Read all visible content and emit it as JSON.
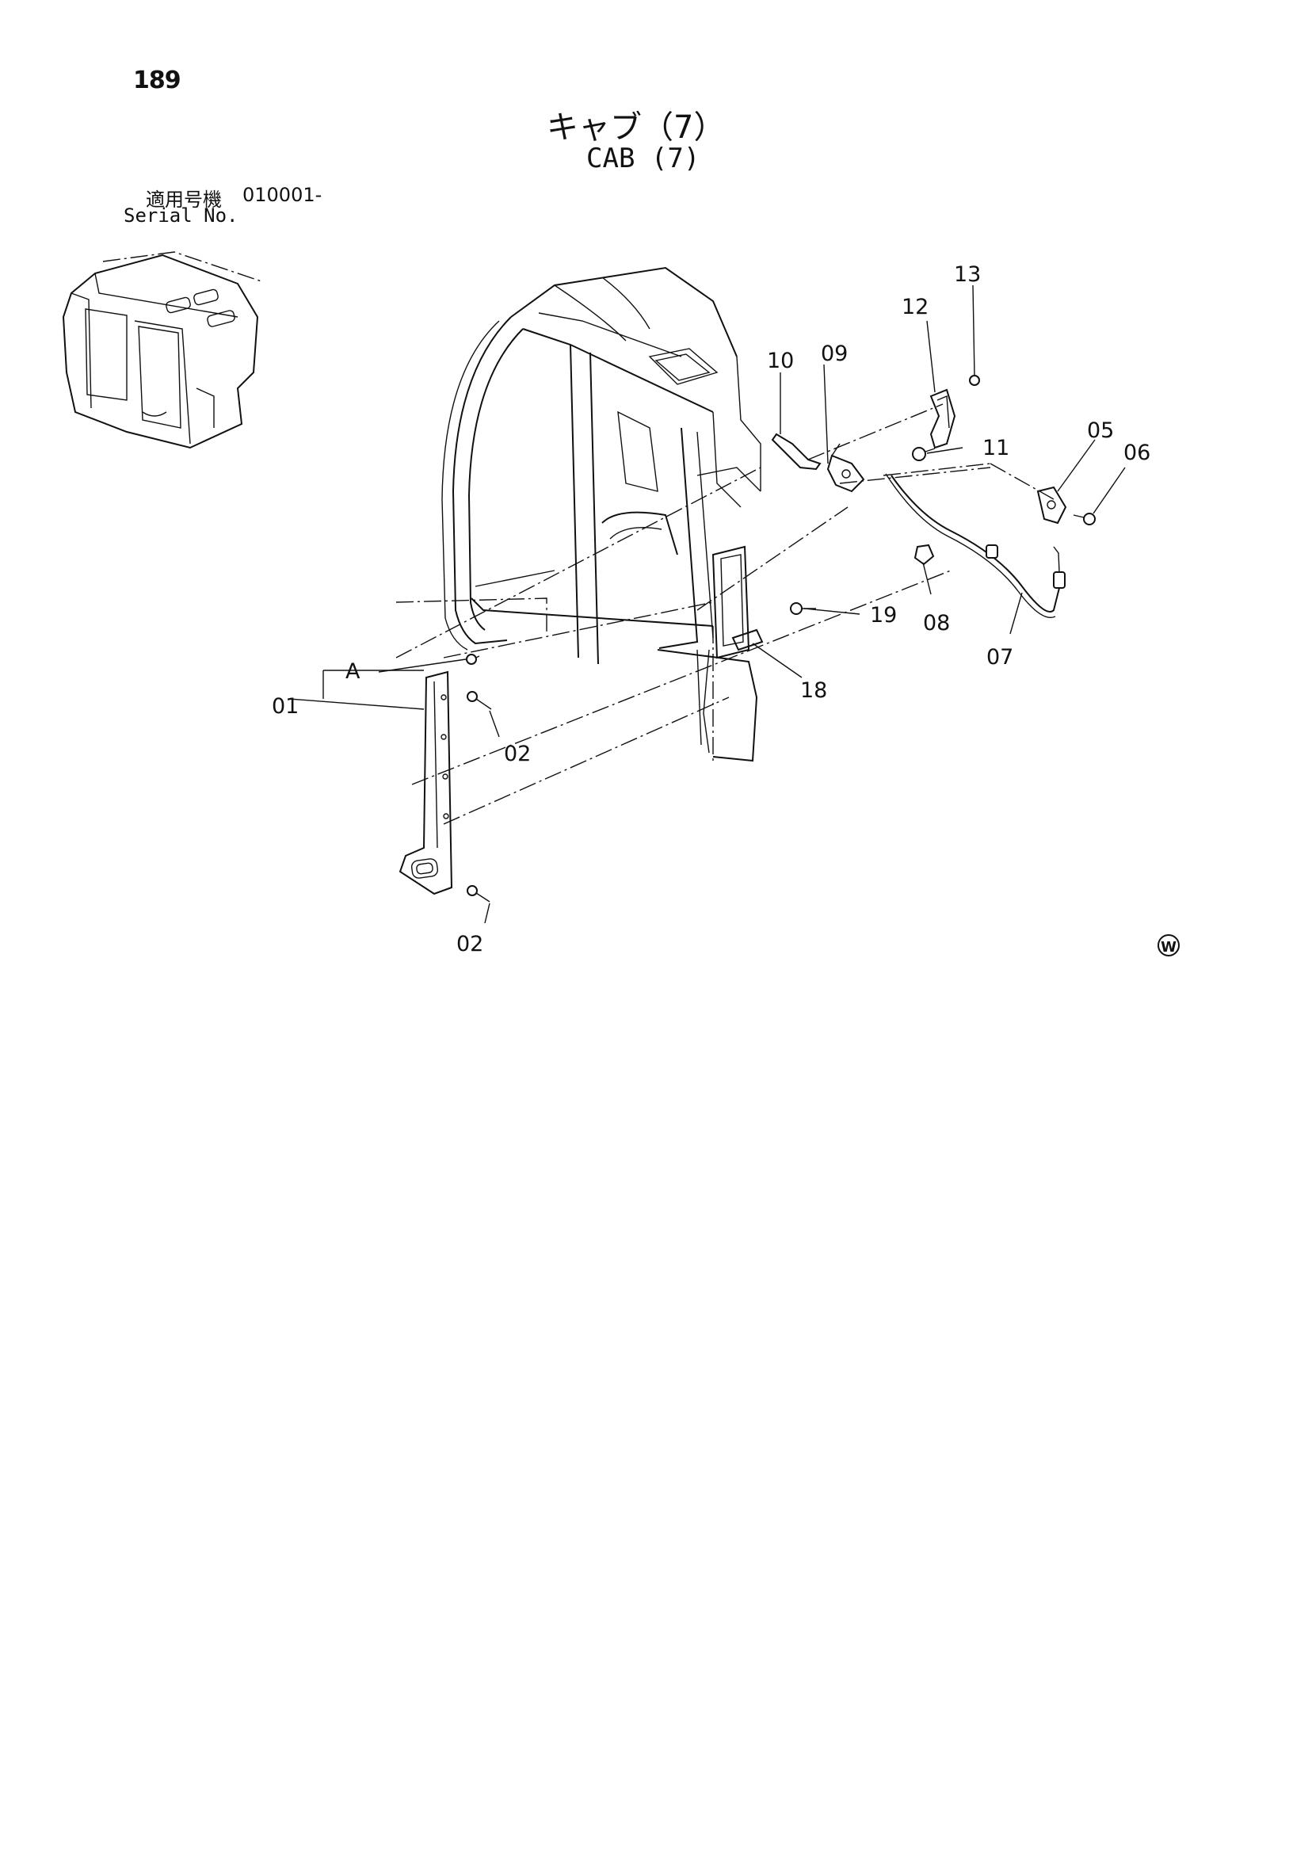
{
  "page_number": "189",
  "title_jp": "キャブ（7）",
  "title_en": "CAB (7)",
  "serial": {
    "label_jp": "適用号機",
    "value": "010001-",
    "label_en": "Serial No."
  },
  "callouts": {
    "c01": "01",
    "c02a": "02",
    "c02b": "02",
    "c05": "05",
    "c06": "06",
    "c07": "07",
    "c08": "08",
    "c09": "09",
    "c10": "10",
    "c11": "11",
    "c12": "12",
    "c13": "13",
    "c18": "18",
    "c19": "19",
    "cA": "A"
  },
  "mark": "W"
}
